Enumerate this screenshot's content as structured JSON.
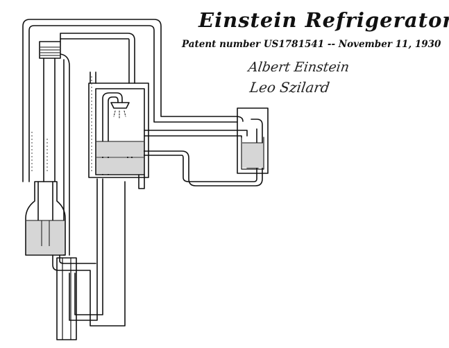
{
  "figure": {
    "title": "Einstein Refrigerator",
    "subtitle": "Patent number US1781541 -- November 11, 1930",
    "signatures": [
      "Albert Einstein",
      "Leo Szilard"
    ]
  },
  "colors": {
    "ink": "#111111",
    "liquid": "#c8c8c8",
    "paper": "#ffffff"
  }
}
